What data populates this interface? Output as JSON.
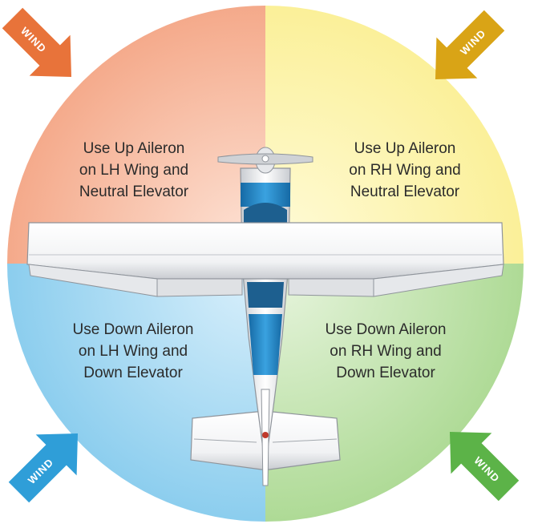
{
  "quadrants": {
    "top_left": {
      "line1": "Use Up Aileron",
      "line2": "on LH Wing and",
      "line3": "Neutral Elevator",
      "color": "#f5a98a"
    },
    "top_right": {
      "line1": "Use Up Aileron",
      "line2": "on RH Wing and",
      "line3": "Neutral Elevator",
      "color": "#fbf09a"
    },
    "bottom_left": {
      "line1": "Use Down Aileron",
      "line2": "on LH Wing and",
      "line3": "Down Elevator",
      "color": "#8fd0ef"
    },
    "bottom_right": {
      "line1": "Use Down Aileron",
      "line2": "on RH Wing and",
      "line3": "Down Elevator",
      "color": "#b3dc9a"
    }
  },
  "wind_arrows": {
    "top_left": {
      "label": "WIND",
      "color": "#e8733a"
    },
    "top_right": {
      "label": "WIND",
      "color": "#d9a416"
    },
    "bottom_left": {
      "label": "WIND",
      "color": "#2f9ed8"
    },
    "bottom_right": {
      "label": "WIND",
      "color": "#5cb348"
    }
  },
  "airplane": {
    "accent_color": "#1f86c9"
  }
}
